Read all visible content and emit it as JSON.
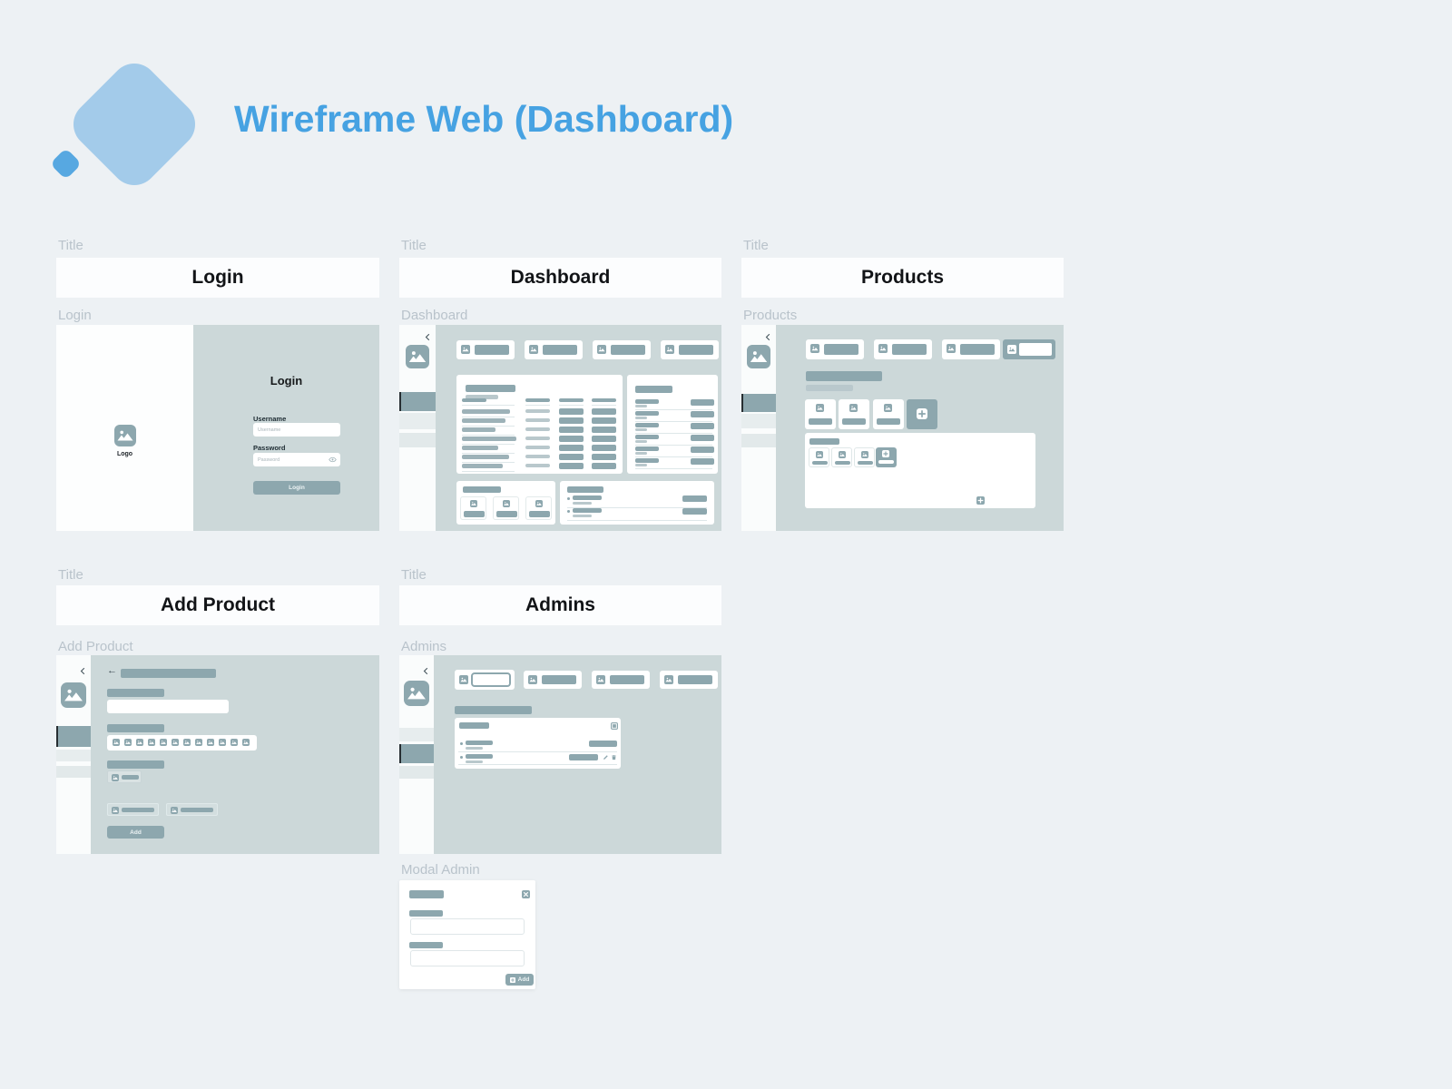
{
  "header": {
    "title": "Wireframe Web (Dashboard)"
  },
  "frames": {
    "login_title": {
      "label": "Title",
      "heading": "Login"
    },
    "dashboard_title": {
      "label": "Title",
      "heading": "Dashboard"
    },
    "products_title": {
      "label": "Title",
      "heading": "Products"
    },
    "add_product_title": {
      "label": "Title",
      "heading": "Add Product"
    },
    "admins_title": {
      "label": "Title",
      "heading": "Admins"
    },
    "login": {
      "label": "Login",
      "logo_caption": "Logo",
      "form": {
        "heading": "Login",
        "username_label": "Username",
        "username_placeholder": "Username",
        "password_label": "Password",
        "password_placeholder": "Password",
        "submit_label": "Login"
      }
    },
    "dashboard": {
      "label": "Dashboard"
    },
    "products": {
      "label": "Products"
    },
    "add_product": {
      "label": "Add Product",
      "submit_label": "Add"
    },
    "admins": {
      "label": "Admins"
    },
    "modal_admin": {
      "label": "Modal Admin",
      "submit_label": "Add"
    }
  },
  "colors": {
    "accent_blue": "#46a2e2",
    "logo_blue": "#a3cbea",
    "logo_dot_blue": "#57a8e1",
    "bar_gray": "#8da7ae",
    "frame_bg": "#ccd8d9",
    "canvas_bg": "#edf1f4"
  }
}
